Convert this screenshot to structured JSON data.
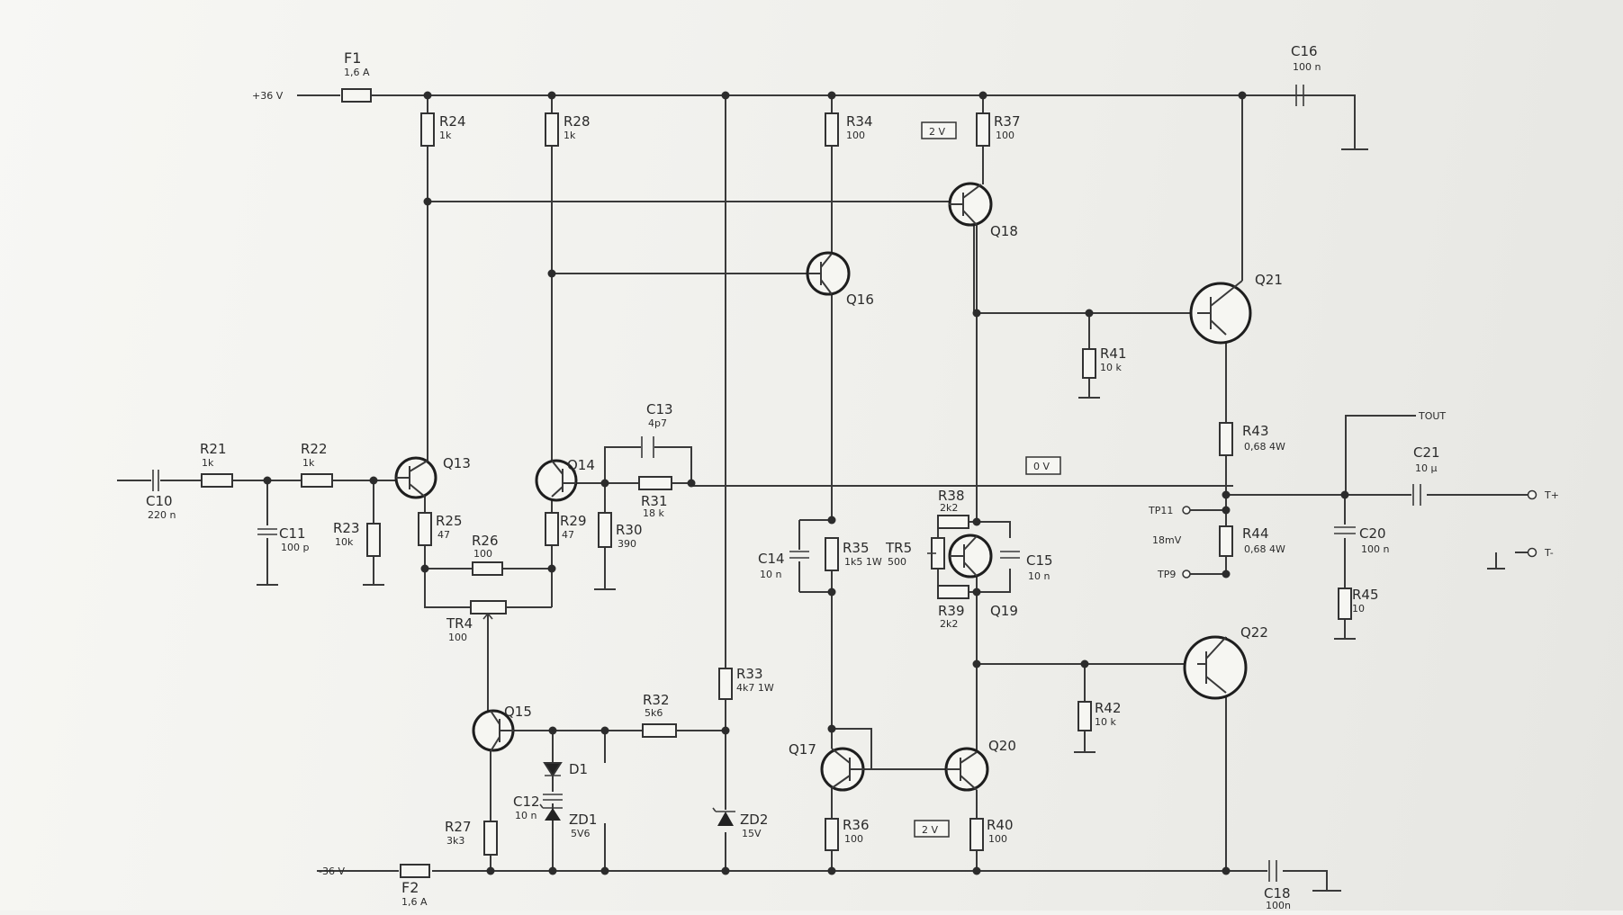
{
  "rails": {
    "vpos": "+36 V",
    "vneg": "-36 V"
  },
  "fuses": [
    {
      "ref": "F1",
      "value": "1,6 A"
    },
    {
      "ref": "F2",
      "value": "1,6 A"
    }
  ],
  "resistors": [
    {
      "ref": "R21",
      "value": "1k"
    },
    {
      "ref": "R22",
      "value": "1k"
    },
    {
      "ref": "R23",
      "value": "10k"
    },
    {
      "ref": "R24",
      "value": "1k"
    },
    {
      "ref": "R25",
      "value": "47"
    },
    {
      "ref": "R26",
      "value": "100"
    },
    {
      "ref": "R27",
      "value": "3k3"
    },
    {
      "ref": "R28",
      "value": "1k"
    },
    {
      "ref": "R29",
      "value": "47"
    },
    {
      "ref": "R30",
      "value": "390"
    },
    {
      "ref": "R31",
      "value": "18 k"
    },
    {
      "ref": "R32",
      "value": "5k6"
    },
    {
      "ref": "R33",
      "value": "4k7 1W"
    },
    {
      "ref": "R34",
      "value": "100"
    },
    {
      "ref": "R35",
      "value": "1k5 1W"
    },
    {
      "ref": "R36",
      "value": "100"
    },
    {
      "ref": "R37",
      "value": "100"
    },
    {
      "ref": "R38",
      "value": "2k2"
    },
    {
      "ref": "R39",
      "value": "2k2"
    },
    {
      "ref": "R40",
      "value": "100"
    },
    {
      "ref": "R41",
      "value": "10 k"
    },
    {
      "ref": "R42",
      "value": "10 k"
    },
    {
      "ref": "R43",
      "value": "0,68 4W"
    },
    {
      "ref": "R44",
      "value": "0,68 4W"
    },
    {
      "ref": "R45",
      "value": "10"
    }
  ],
  "capacitors": [
    {
      "ref": "C10",
      "value": "220 n"
    },
    {
      "ref": "C11",
      "value": "100 p"
    },
    {
      "ref": "C12",
      "value": "10 n"
    },
    {
      "ref": "C13",
      "value": "4p7"
    },
    {
      "ref": "C14",
      "value": "10 n"
    },
    {
      "ref": "C15",
      "value": "10 n"
    },
    {
      "ref": "C16",
      "value": "100 n"
    },
    {
      "ref": "C18",
      "value": "100n"
    },
    {
      "ref": "C20",
      "value": "100 n"
    },
    {
      "ref": "C21",
      "value": "10 µ"
    }
  ],
  "transistors": [
    "Q13",
    "Q14",
    "Q15",
    "Q16",
    "Q17",
    "Q18",
    "Q19",
    "Q20",
    "Q21",
    "Q22"
  ],
  "trimmers": [
    {
      "ref": "TR4",
      "value": "100"
    },
    {
      "ref": "TR5",
      "value": "500"
    }
  ],
  "diodes": [
    {
      "ref": "D1",
      "value": ""
    },
    {
      "ref": "ZD1",
      "value": "5V6"
    },
    {
      "ref": "ZD2",
      "value": "15V"
    }
  ],
  "annotations": {
    "v_top": "2 V",
    "v_bottom": "2 V",
    "v_out": "0 V",
    "tp11": "TP11",
    "tp9": "TP9",
    "current": "18mV",
    "tout": "TOUT",
    "out_pos": "T+",
    "out_neg": "T-"
  }
}
